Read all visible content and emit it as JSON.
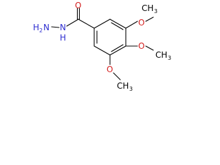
{
  "molecule": {
    "atoms": {
      "amine_n": {
        "symbol": "N",
        "hydrogens": "H",
        "h_count": "2"
      },
      "hydrazide_nh": {
        "symbol": "N",
        "hydrogen": "H"
      },
      "carbonyl_o": {
        "symbol": "O"
      },
      "methoxy_top": {
        "oxygen": "O",
        "methyl": "CH",
        "methyl_h_count": "3"
      },
      "methoxy_mid": {
        "oxygen": "O",
        "methyl": "CH",
        "methyl_h_count": "3"
      },
      "methoxy_bottom": {
        "oxygen": "O",
        "methyl": "CH",
        "methyl_h_count": "3"
      }
    },
    "colors": {
      "bond": "#000000",
      "nitrogen": "#2c2cd0",
      "oxygen": "#d42020",
      "carbon": "#000000"
    }
  }
}
